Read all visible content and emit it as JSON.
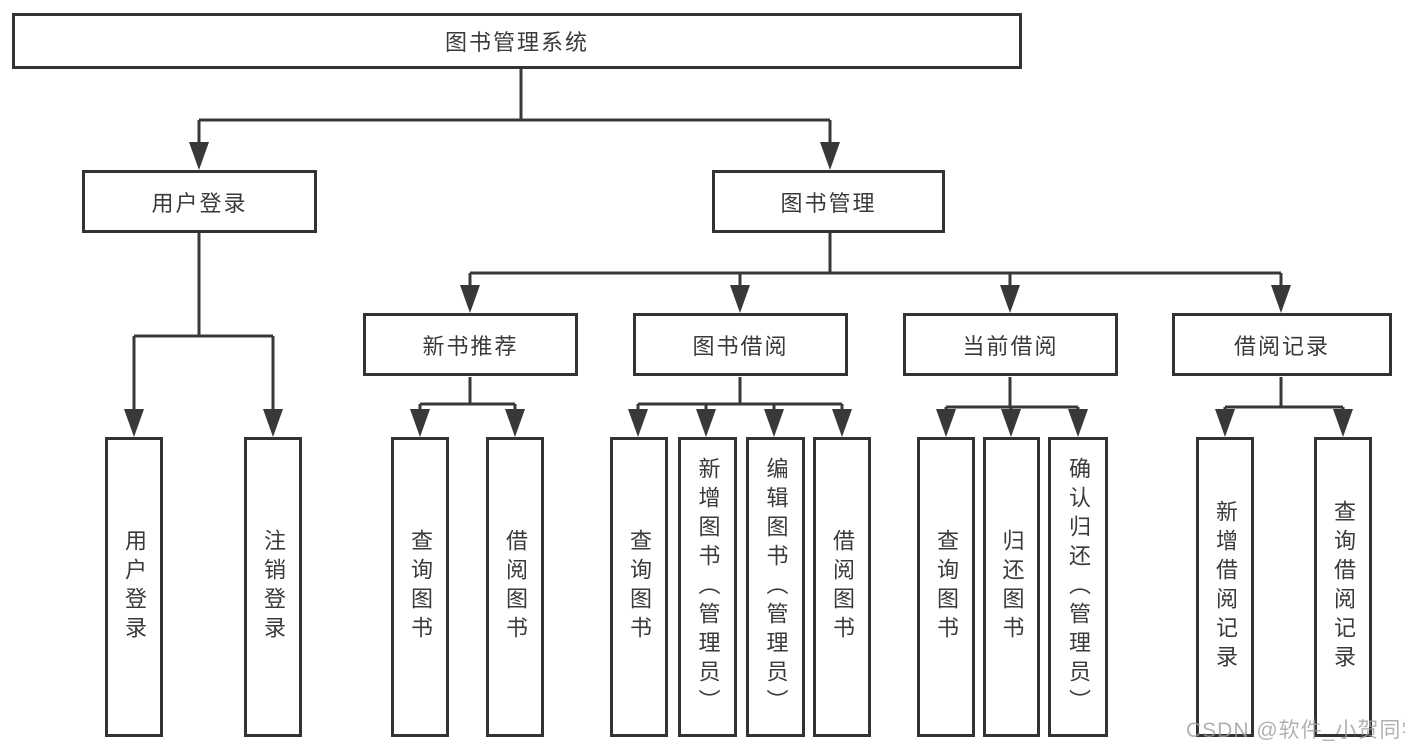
{
  "diagram": {
    "title": "图书管理系统",
    "type": "hierarchy-tree",
    "edges": [
      {
        "from": "图书管理系统",
        "to": [
          "用户登录",
          "图书管理"
        ]
      },
      {
        "from": "用户登录",
        "to": [
          "用户登录",
          "注销登录"
        ]
      },
      {
        "from": "图书管理",
        "to": [
          "新书推荐",
          "图书借阅",
          "当前借阅",
          "借阅记录"
        ]
      },
      {
        "from": "新书推荐",
        "to": [
          "查询图书",
          "借阅图书"
        ]
      },
      {
        "from": "图书借阅",
        "to": [
          "查询图书",
          "新增图书（管理员）",
          "编辑图书（管理员）",
          "借阅图书"
        ]
      },
      {
        "from": "当前借阅",
        "to": [
          "查询图书",
          "归还图书",
          "确认归还（管理员）"
        ]
      },
      {
        "from": "借阅记录",
        "to": [
          "新增借阅记录",
          "查询借阅记录"
        ]
      }
    ]
  },
  "nodes": {
    "root": "图书管理系统",
    "user_login": "用户登录",
    "book_mgmt": "图书管理",
    "new_book_rec": "新书推荐",
    "book_borrow": "图书借阅",
    "current_borrow": "当前借阅",
    "borrow_records": "借阅记录",
    "ul_login": "用户登录",
    "ul_logout": "注销登录",
    "nb_query": "查询图书",
    "nb_borrow": "借阅图书",
    "bb_query": "查询图书",
    "bb_add": "新增图书（管理员）",
    "bb_edit": "编辑图书（管理员）",
    "bb_borrow": "借阅图书",
    "cb_query": "查询图书",
    "cb_return": "归还图书",
    "cb_confirm": "确认归还（管理员）",
    "br_add": "新增借阅记录",
    "br_query": "查询借阅记录"
  },
  "watermark": "CSDN @软件_小贺同学",
  "colors": {
    "background": "#ffffff",
    "box_fill": "#ffffff",
    "box_border": "#333333",
    "line": "#383838",
    "text": "#3a3a3a",
    "watermark": "#9e9e9e"
  }
}
